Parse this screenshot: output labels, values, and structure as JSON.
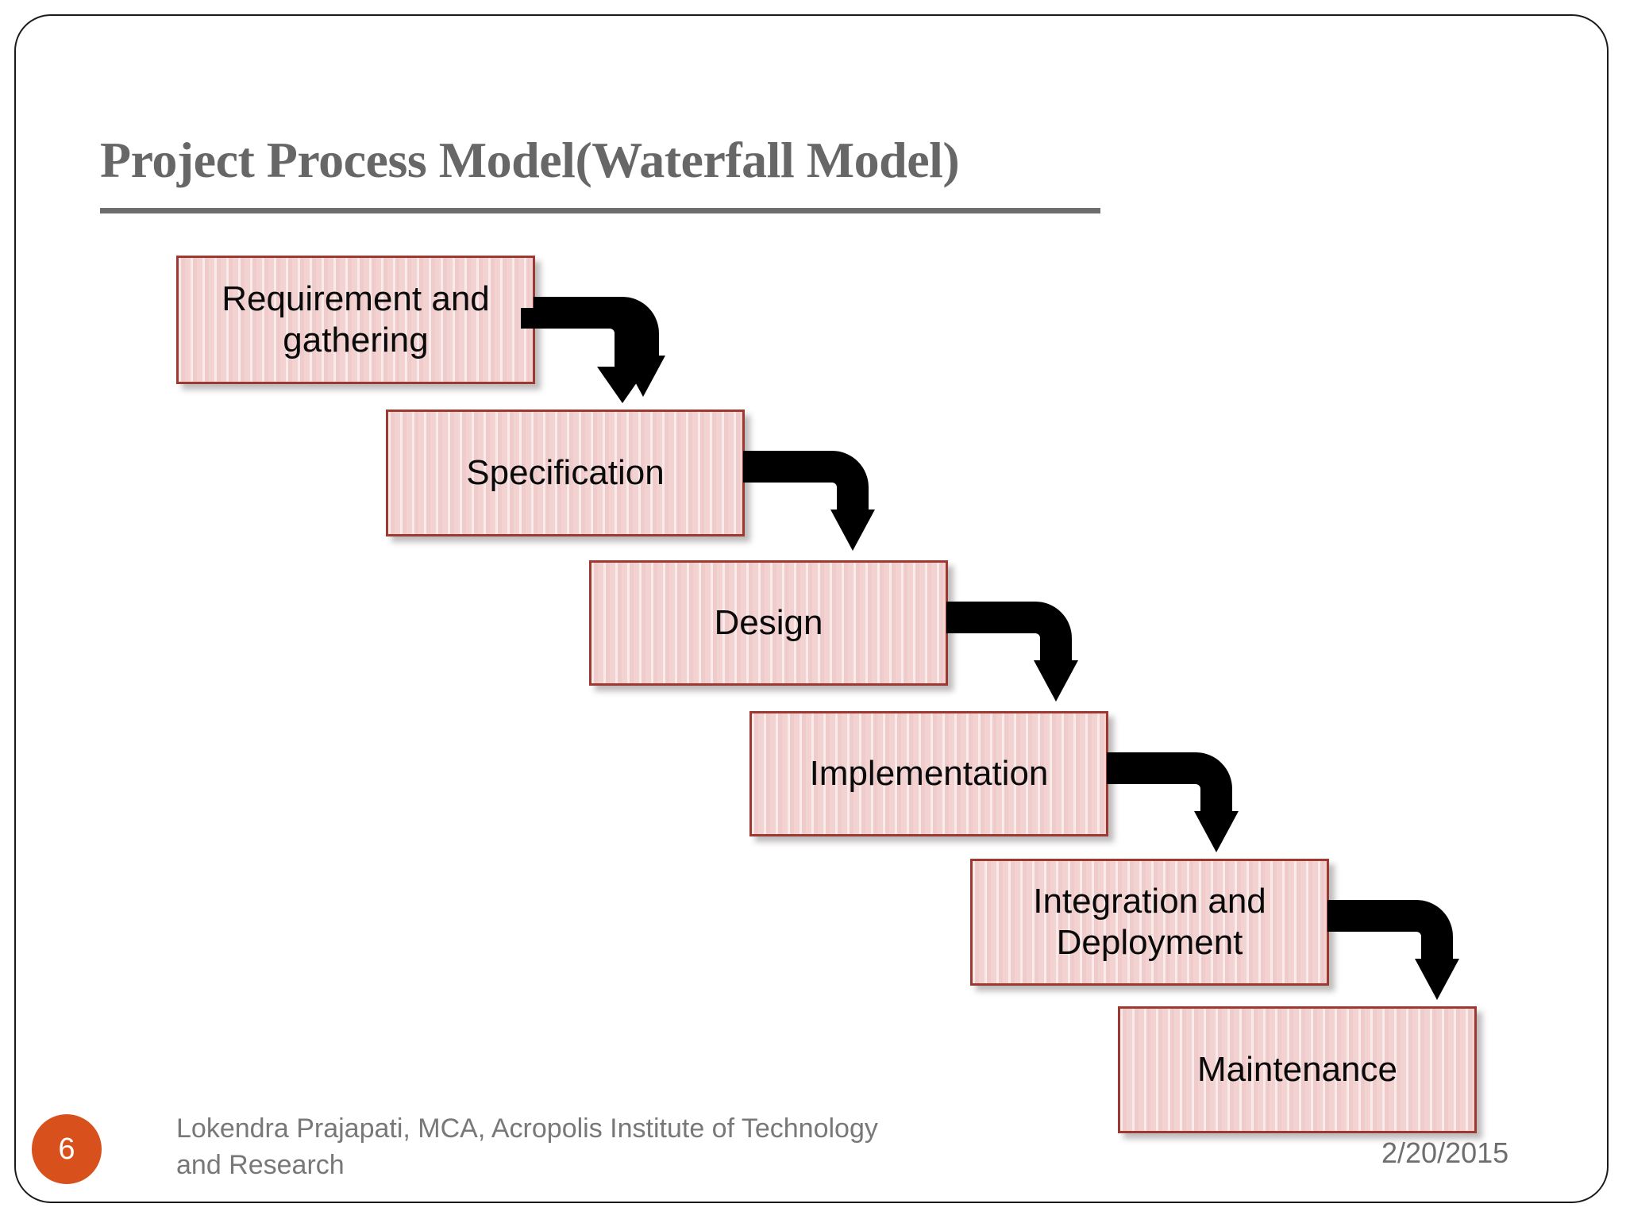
{
  "slide": {
    "title": "Project Process Model(Waterfall Model)",
    "page_number": "6",
    "credit": "Lokendra Prajapati, MCA, Acropolis Institute of Technology and Research",
    "date": "2/20/2015",
    "colors": {
      "title_gray": "#676767",
      "box_fill": "#f3d2d2",
      "box_border": "#9c3a31",
      "arrow": "#000000",
      "badge": "#d8501b",
      "footer_text": "#787878"
    }
  },
  "diagram": {
    "type": "waterfall-process-flow",
    "stages": [
      {
        "id": "requirement",
        "label": "Requirement and gathering"
      },
      {
        "id": "specification",
        "label": "Specification"
      },
      {
        "id": "design",
        "label": "Design"
      },
      {
        "id": "implementation",
        "label": "Implementation"
      },
      {
        "id": "integration",
        "label": "Integration and Deployment"
      },
      {
        "id": "maintenance",
        "label": "Maintenance"
      }
    ],
    "connector_count": 5,
    "connector_shape": "elbow-right-then-down-with-arrowhead"
  }
}
